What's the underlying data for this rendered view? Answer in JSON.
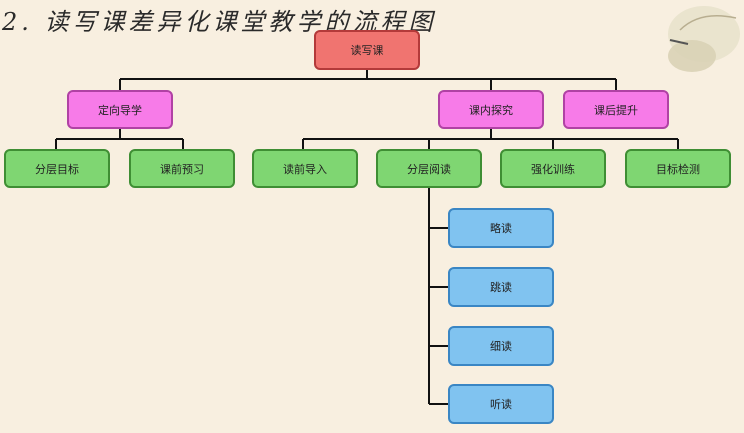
{
  "title": "2. 读写课差异化课堂教学的流程图",
  "icons": {
    "decoration": "butterfly-icon"
  },
  "colors": {
    "root": "#f07470",
    "level1": "#f77be8",
    "level2": "#7fd672",
    "level3": "#80c3f0"
  },
  "nodes": {
    "root": "读写课",
    "guided": "定向导学",
    "inclass": "课内探究",
    "after": "课后提升",
    "goals": "分层目标",
    "preview": "课前预习",
    "intro": "读前导入",
    "reading": "分层阅读",
    "training": "强化训练",
    "check": "目标检测",
    "skim": "略读",
    "scan": "跳读",
    "detail": "细读",
    "listen": "听读"
  }
}
